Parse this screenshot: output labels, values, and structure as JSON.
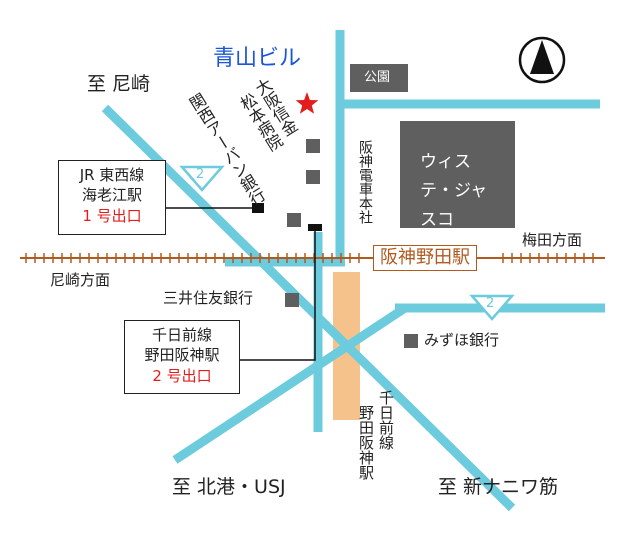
{
  "map": {
    "building": "青山ビル",
    "landmarks": {
      "koen": "公園",
      "hanshin_hq": "阪神電車本社",
      "wisty": "ウィステ・ジャスコ",
      "osaka_shinkin": "大阪信金",
      "matsumoto": "松本病院",
      "kansai_urban": "関西アーバン銀行",
      "mitsui": "三井住友銀行",
      "mizuho": "みずほ銀行"
    },
    "directions": {
      "amagasaki_top": "至 尼崎",
      "amagasaki": "尼崎方面",
      "umeda": "梅田方面",
      "hokko": "至 北港・USJ",
      "naniwa": "至 新ナニワ筋"
    },
    "station": "阪神野田駅",
    "jr_exit": {
      "line1": "JR 東西線",
      "line2": "海老江駅",
      "exit": "1 号出口"
    },
    "sennichi_exit": {
      "line1": "千日前線",
      "line2": "野田阪神駅",
      "exit": "2 号出口"
    },
    "sennichi_vertical_1": "千日前線",
    "sennichi_vertical_2": "野田阪神駅",
    "route_number": "2",
    "colors": {
      "road": "#6ccbdc",
      "rail": "#b05a1f",
      "underground": "#f6c28b",
      "building_marker": "#e31d1d",
      "title": "#1a56d6"
    }
  }
}
